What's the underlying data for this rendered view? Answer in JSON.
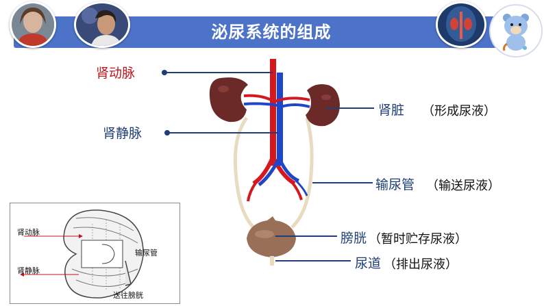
{
  "title": "泌尿系统的组成",
  "header_images": [
    "girl-photo",
    "boy-photo",
    "kidney-xray-photo",
    "bear-mascot"
  ],
  "labels": {
    "renal_artery": "肾动脉",
    "renal_vein": "肾静脉",
    "kidney": "肾脏",
    "kidney_note": "（形成尿液）",
    "ureter": "输尿管",
    "ureter_note": "（输送尿液）",
    "bladder": "膀胱",
    "bladder_note": "（暂时贮存尿液）",
    "urethra": "尿道",
    "urethra_note": "（排出尿液）"
  },
  "inset": {
    "renal_artery": "肾动脉",
    "renal_vein": "肾静脉",
    "ureter": "输尿管",
    "to_bladder": "送往膀胱"
  },
  "colors": {
    "title_bar": "#4d73c9",
    "artery": "#d3191f",
    "vein": "#1f46c8",
    "kidney": "#6b2a27",
    "ureter": "#e8dcc0",
    "bladder": "#9a6f58",
    "label_red": "#c0141b",
    "label_navy": "#1f3e78"
  }
}
